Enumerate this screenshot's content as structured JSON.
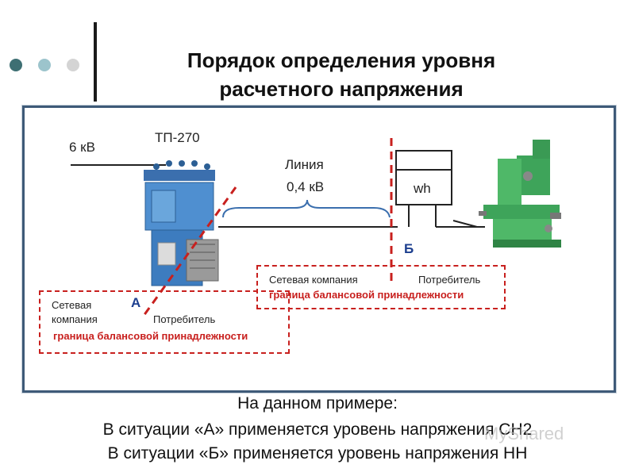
{
  "header": {
    "title_line1": "Порядок определения уровня",
    "title_line2": "расчетного напряжения"
  },
  "decor": {
    "dot_colors": [
      "#3e6f73",
      "#9cc4cc",
      "#d4d4d4"
    ]
  },
  "diagram": {
    "voltage_in": "6 кВ",
    "substation": "ТП-270",
    "line_label_1": "Линия",
    "line_label_2": "0,4 кВ",
    "meter_label": "wh",
    "point_a": "А",
    "point_b": "Б",
    "box_a": {
      "left_line1": "Сетевая",
      "left_line2": "компания",
      "right": "Потребитель",
      "boundary": "граница балансовой принадлежности"
    },
    "box_b": {
      "left": "Сетевая компания",
      "right": "Потребитель",
      "boundary": "граница балансовой принадлежности"
    }
  },
  "footer": {
    "line1": "На данном примере:",
    "line2": "В ситуации «А» применяется уровень напряжения СН2",
    "line3": "В ситуации «Б» применяется уровень напряжения НН"
  },
  "watermark": "MyShared",
  "colors": {
    "accent_red": "#c8201e",
    "accent_blue": "#1d3f8f",
    "frame": "#3e5a78"
  }
}
